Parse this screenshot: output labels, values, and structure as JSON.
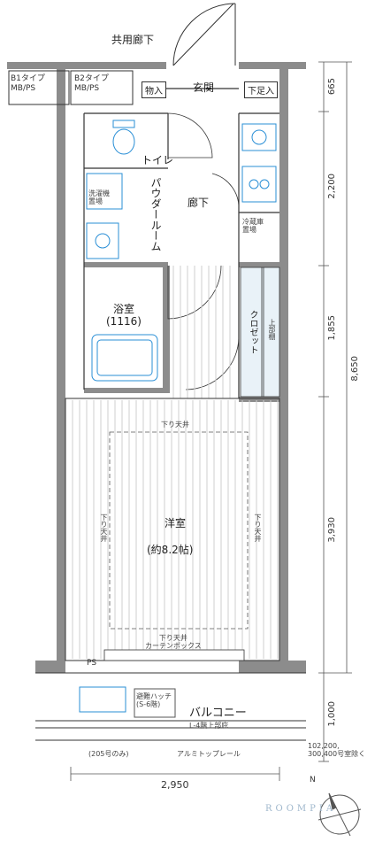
{
  "labels": {
    "corridor": "共用廊下",
    "entrance": "玄関",
    "storage_in": "物入",
    "shoe_box": "下足入",
    "mbps_b1": "B1タイプ\nMB/PS",
    "mbps_b2": "B2タイプ\nMB/PS",
    "toilet": "トイレ",
    "hall": "廊下",
    "powder_room": "パウダールーム",
    "bath": "浴室",
    "bath_size": "(1116)",
    "fridge": "冷蔵庫\n置場",
    "closet": "クロゼット",
    "shelf": "上部棚",
    "western_room": "洋室",
    "western_size": "(約8.2帖)",
    "lowered_ceiling_top": "下り天井",
    "lowered_ceiling_left": "下り天井",
    "lowered_ceiling_right": "下り天井",
    "curtain_box": "下り天井\nカーテンボックス",
    "ps": "PS",
    "balcony": "バルコニー",
    "evac_hatch": "避難ハッチ\n(S-6階)",
    "upper_roof": "L-4階上部庇",
    "only_205": "(205号のみ)",
    "aluminum_rail": "アルミトップレール",
    "floor_note": "102,200,\n300,400号室除く",
    "washer": "洗濯機\n置場",
    "compass_n": "N"
  },
  "dimensions": {
    "d1": "665",
    "d2": "2,200",
    "d3": "1,855",
    "d_total": "8,650",
    "d4": "3,930",
    "d5": "1,000",
    "width": "2,950"
  },
  "watermark": "ROOMPIA",
  "colors": {
    "wall": "#8c8c8c",
    "line": "#333333",
    "fixture": "#2a8fd6",
    "floor_line": "#cfcfcf",
    "closet_fill": "#e9f2f8"
  }
}
